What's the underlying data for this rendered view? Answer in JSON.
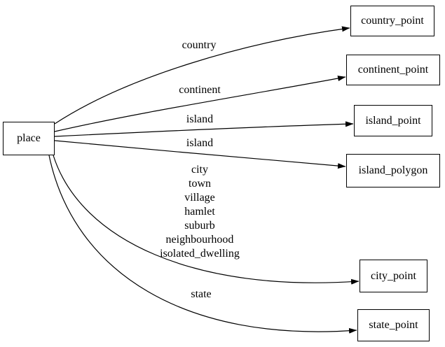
{
  "diagram": {
    "type": "directed-graph",
    "colors": {
      "background": "#ffffff",
      "node_border": "#000000",
      "edge_stroke": "#000000",
      "text": "#000000"
    },
    "nodes": [
      {
        "id": "place",
        "label": "place"
      },
      {
        "id": "country_point",
        "label": "country_point"
      },
      {
        "id": "continent_point",
        "label": "continent_point"
      },
      {
        "id": "island_point",
        "label": "island_point"
      },
      {
        "id": "island_polygon",
        "label": "island_polygon"
      },
      {
        "id": "city_point",
        "label": "city_point"
      },
      {
        "id": "state_point",
        "label": "state_point"
      }
    ],
    "edges": [
      {
        "from": "place",
        "to": "country_point",
        "label": "country"
      },
      {
        "from": "place",
        "to": "continent_point",
        "label": "continent"
      },
      {
        "from": "place",
        "to": "island_point",
        "label": "island"
      },
      {
        "from": "place",
        "to": "island_polygon",
        "label": "island"
      },
      {
        "from": "place",
        "to": "city_point",
        "label_lines": [
          "city",
          "town",
          "village",
          "hamlet",
          "suburb",
          "neighbourhood",
          "isolated_dwelling"
        ]
      },
      {
        "from": "place",
        "to": "state_point",
        "label": "state"
      }
    ]
  }
}
